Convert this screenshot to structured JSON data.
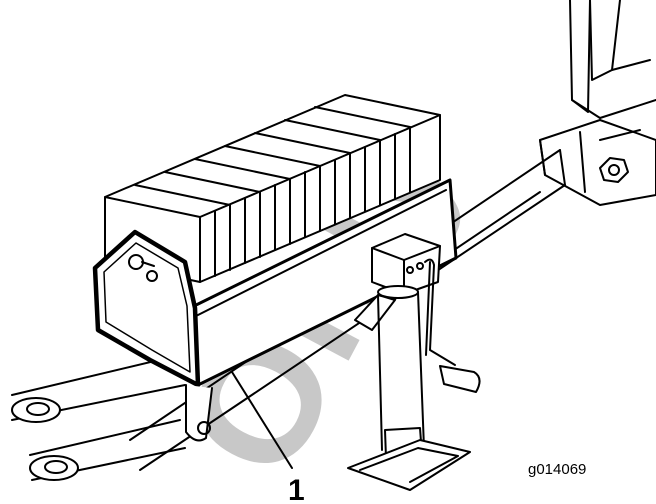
{
  "watermark": "Only",
  "callouts": [
    {
      "number": "1"
    }
  ],
  "figure_id": "g014069",
  "colors": {
    "line": "#000000",
    "background": "#ffffff",
    "watermark": "#c8c8c8"
  }
}
